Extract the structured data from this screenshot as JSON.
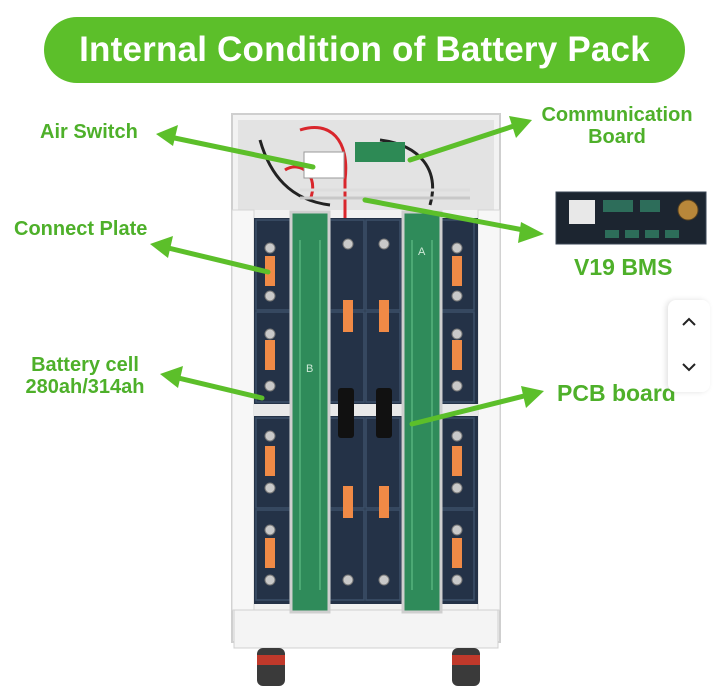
{
  "title": "Internal Condition of Battery Pack",
  "labels": {
    "air_switch": "Air Switch",
    "communication_board_line1": "Communication",
    "communication_board_line2": "Board",
    "connect_plate": "Connect Plate",
    "v19_bms": "V19 BMS",
    "battery_cell_line1": "Battery cell",
    "battery_cell_line2": "280ah/314ah",
    "pcb_board": "PCB board"
  },
  "board_letters": {
    "left": "B",
    "right": "A"
  },
  "colors": {
    "accent_green": "#5cbf2a",
    "label_green": "#4eb02a",
    "cell_blue": "#1f2f45",
    "pcb_green": "#2f8b5a",
    "busbar_orange": "#f08a46"
  },
  "icons": {
    "scroll_up": "chevron-up-icon",
    "scroll_down": "chevron-down-icon"
  }
}
